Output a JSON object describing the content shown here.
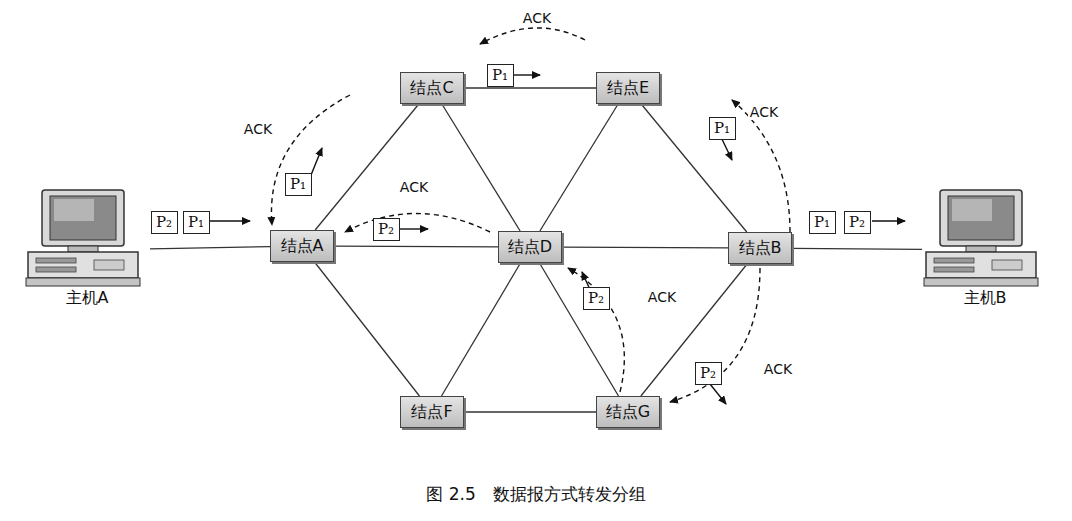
{
  "diagram": {
    "caption": "图 2.5　数据报方式转发分组",
    "nodes": [
      {
        "text": [
          "主机A"
        ]
      },
      {
        "text": [
          "结点C"
        ]
      },
      {
        "text": [
          "结点E"
        ]
      },
      {
        "text": [
          "结点A"
        ]
      },
      {
        "text": [
          "结点D"
        ]
      },
      {
        "text": [
          "结点B"
        ]
      },
      {
        "text": [
          "主机B"
        ]
      },
      {
        "text": [
          "结点F"
        ]
      },
      {
        "text": [
          "结点G"
        ]
      },
      {
        "text": [
          "P₂"
        ]
      },
      {
        "text": [
          "P₁"
        ]
      },
      {
        "text": [
          "P₁"
        ]
      },
      {
        "text": [
          "P₁"
        ]
      },
      {
        "text": [
          "P₁"
        ]
      },
      {
        "text": [
          "P₂"
        ]
      },
      {
        "text": [
          "P₂"
        ]
      },
      {
        "text": [
          "P₂"
        ]
      },
      {
        "text": [
          "P₁"
        ]
      },
      {
        "text": [
          "P₂"
        ]
      }
    ],
    "edges": [
      {
        "from": 0,
        "to": 3,
        "arrow": "none"
      },
      {
        "from": 3,
        "to": 1,
        "arrow": "none"
      },
      {
        "from": 3,
        "to": 4,
        "arrow": "none"
      },
      {
        "from": 3,
        "to": 7,
        "arrow": "none"
      },
      {
        "from": 1,
        "to": 2,
        "arrow": "none"
      },
      {
        "from": 1,
        "to": 4,
        "arrow": "none"
      },
      {
        "from": 2,
        "to": 4,
        "arrow": "none"
      },
      {
        "from": 2,
        "to": 5,
        "arrow": "none"
      },
      {
        "from": 4,
        "to": 5,
        "arrow": "none"
      },
      {
        "from": 4,
        "to": 7,
        "arrow": "none"
      },
      {
        "from": 4,
        "to": 8,
        "arrow": "none"
      },
      {
        "from": 7,
        "to": 8,
        "arrow": "none"
      },
      {
        "from": 8,
        "to": 5,
        "arrow": "none"
      },
      {
        "from": 5,
        "to": 6,
        "arrow": "none"
      }
    ],
    "labels": [
      "ACK",
      "ACK",
      "ACK",
      "ACK",
      "ACK",
      "ACK"
    ]
  }
}
